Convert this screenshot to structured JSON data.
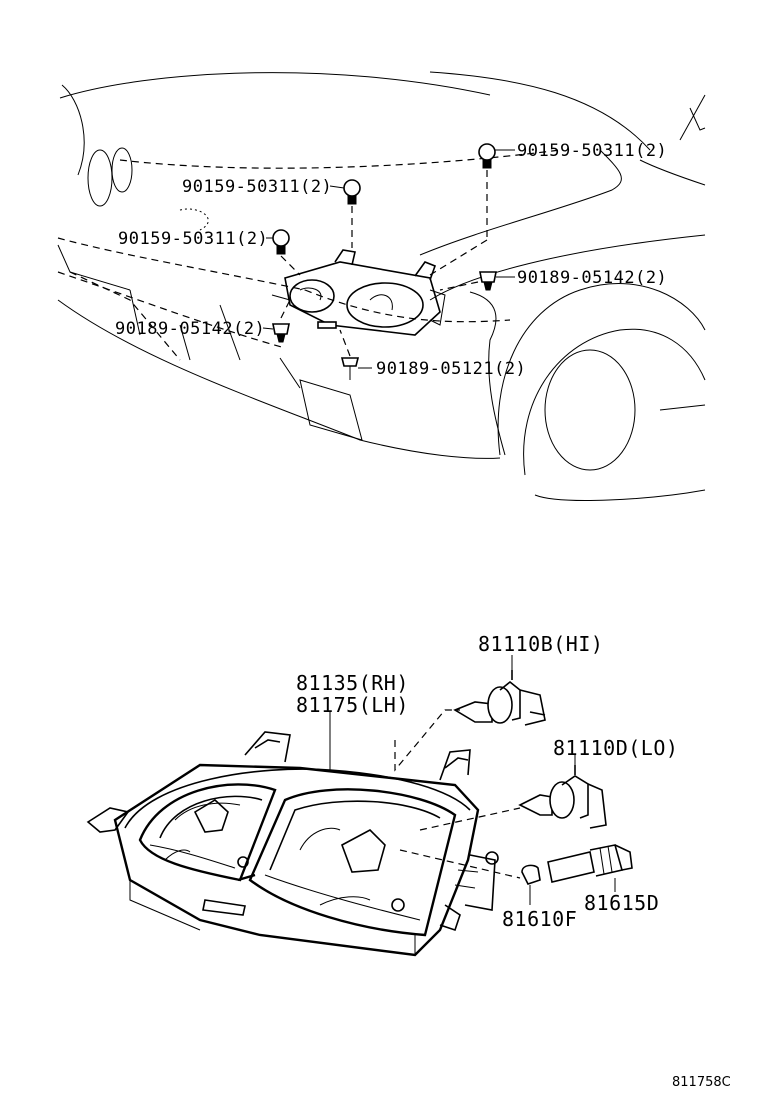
{
  "labels": {
    "bolt_top_right": "90159-50311(2)",
    "bolt_upper_left": "90159-50311(2)",
    "bolt_left": "90159-50311(2)",
    "clip_right": "90189-05142(2)",
    "clip_left": "90189-05142(2)",
    "clip_bottom": "90189-05121(2)",
    "headlamp_rh": "81135(RH)",
    "headlamp_lh": "81175(LH)",
    "bulb_hi": "81110B(HI)",
    "bulb_lo": "81110D(LO)",
    "bulb_small": "81610F",
    "socket": "81615D"
  },
  "reference_code": "811758C"
}
